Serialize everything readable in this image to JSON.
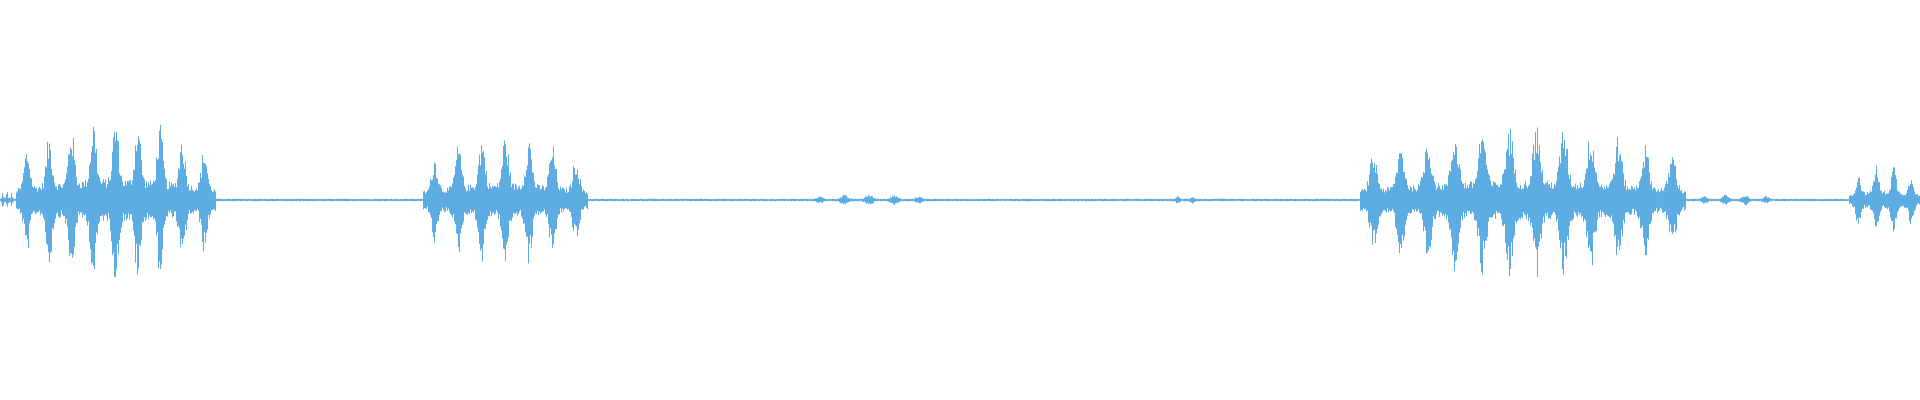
{
  "waveform": {
    "color": "#5dade2",
    "background": "#ffffff",
    "bursts": [
      {
        "start": 0.0,
        "end": 0.007,
        "amp": 0.1,
        "pulses": 3
      },
      {
        "start": 0.008,
        "end": 0.112,
        "amp": 0.78,
        "pulses": 9
      },
      {
        "start": 0.22,
        "end": 0.306,
        "amp": 0.62,
        "pulses": 7
      },
      {
        "start": 0.42,
        "end": 0.485,
        "amp": 0.05,
        "pulses": 5
      },
      {
        "start": 0.609,
        "end": 0.625,
        "amp": 0.04,
        "pulses": 2
      },
      {
        "start": 0.708,
        "end": 0.878,
        "amp": 0.72,
        "pulses": 12
      },
      {
        "start": 0.882,
        "end": 0.925,
        "amp": 0.05,
        "pulses": 4
      },
      {
        "start": 0.963,
        "end": 1.0,
        "amp": 0.35,
        "pulses": 4
      }
    ]
  }
}
